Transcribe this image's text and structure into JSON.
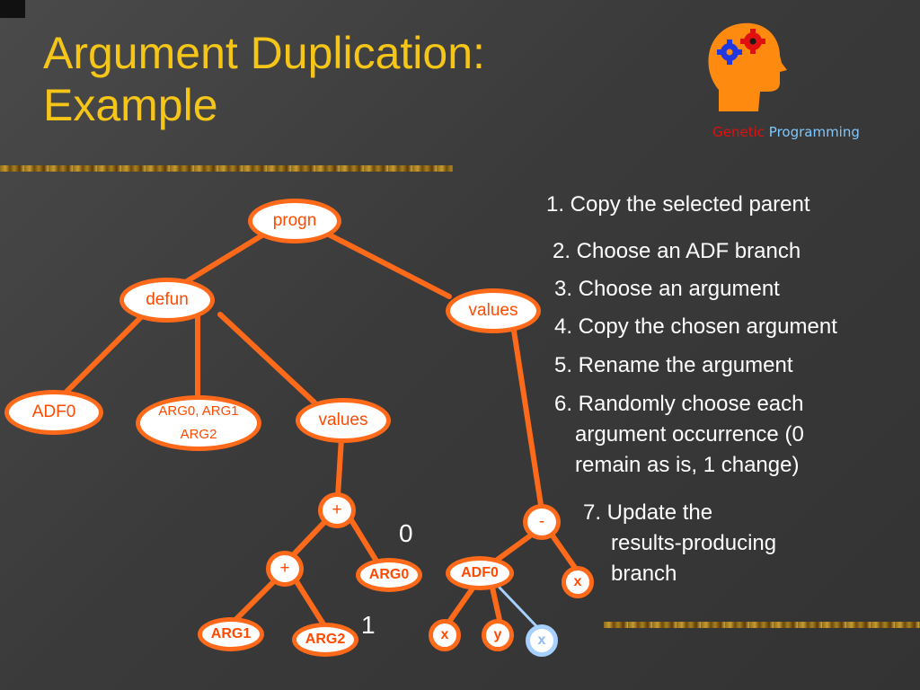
{
  "slide": {
    "title_line1": "Argument Duplication:",
    "title_line2": "Example"
  },
  "logo": {
    "word1": "Genetic",
    "word2": "Programming"
  },
  "steps": [
    "1.  Copy the selected parent",
    "2. Choose an ADF branch",
    "3. Choose an argument",
    "4. Copy the chosen argument",
    "5. Rename the argument",
    "6. Randomly choose each",
    "argument occurrence (0",
    "remain as is, 1 change)",
    "7. Update the",
    "results-producing",
    "branch"
  ],
  "tree": {
    "progn": "progn",
    "defun": "defun",
    "values_top": "values",
    "adf0_def": "ADF0",
    "args_line1": "ARG0, ARG1",
    "args_line2": "ARG2",
    "values_body": "values",
    "plus_top": "+",
    "plus_inner": "+",
    "arg0_leaf": "ARG0",
    "arg1_leaf": "ARG1",
    "arg2_leaf": "ARG2",
    "minus": "-",
    "adf0_call": "ADF0",
    "x_right": "x",
    "x_leaf": "x",
    "y_leaf": "y",
    "x_new": "x"
  },
  "annotations": {
    "zero": "0",
    "one": "1"
  },
  "colors": {
    "title": "#f5c518",
    "edge": "#ff6a1a",
    "node_text": "#ff4a00",
    "new_branch": "#a7d0ff"
  }
}
